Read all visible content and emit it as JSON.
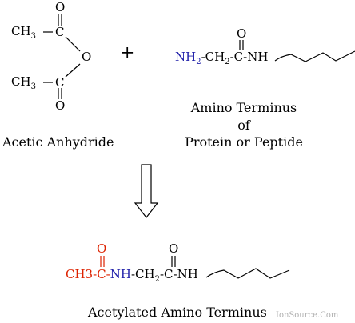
{
  "reagent1": {
    "ch3_top": "CH",
    "ch3_top_sub": "3",
    "c_top": "C",
    "o_top": "O",
    "o_bridge": "O",
    "ch3_bottom": "CH",
    "ch3_bottom_sub": "3",
    "c_bottom": "C",
    "o_bottom": "O",
    "label": "Acetic Anhydride"
  },
  "plus_sign": "+",
  "reagent2": {
    "nh2": "NH",
    "nh2_sub": "2",
    "ch2": "-CH",
    "ch2_sub": "2",
    "c": "-C-NH",
    "o": "O",
    "label_line1": "Amino Terminus",
    "label_line2": "of",
    "label_line3": "Protein or Peptide"
  },
  "product": {
    "acetyl": "CH3-C-",
    "acetyl_o": "O",
    "nh": "NH",
    "ch2": "-CH",
    "ch2_sub": "2",
    "c": "-C-NH",
    "o": "O",
    "label": "Acetylated Amino Terminus"
  },
  "watermark": "IonSource.Com",
  "colors": {
    "nitrogen": "#2222aa",
    "acetyl": "#dd2200",
    "bond": "#000000"
  }
}
